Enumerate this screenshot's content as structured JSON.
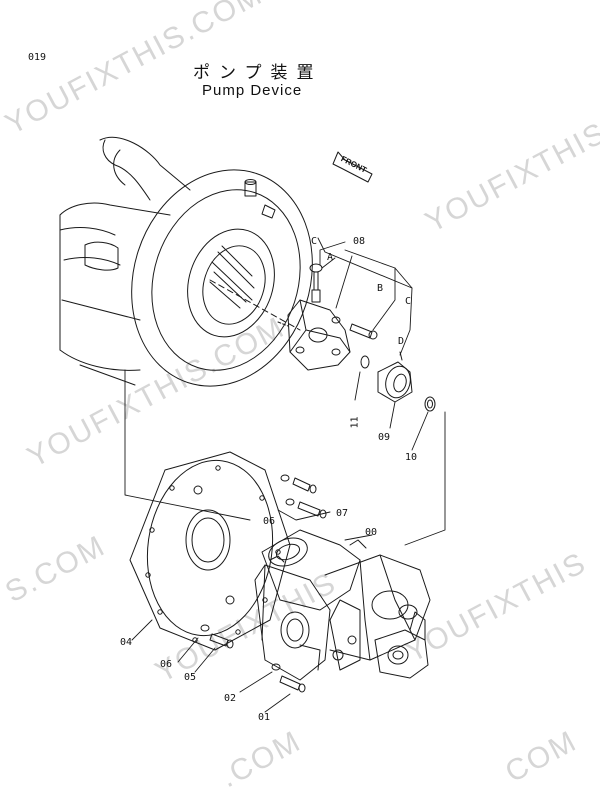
{
  "page_number": "019",
  "title_jp": "ポンプ装置",
  "title_en": "Pump Device",
  "front_label": "FRONT",
  "callouts": {
    "c_00": "00",
    "c_01": "01",
    "c_02": "02",
    "c_04": "04",
    "c_05": "05",
    "c_06a": "06",
    "c_06b": "06",
    "c_07": "07",
    "c_08": "08",
    "c_09": "09",
    "c_10": "10",
    "c_11": "11",
    "a": "A",
    "b": "B",
    "c1": "C",
    "c2": "C",
    "d": "D"
  },
  "watermarks": {
    "w1": "YOUFIXTHIS.COM",
    "w2": "YOUFIXTHIS",
    "w3": "YOUFIXTHIS.COM",
    "w4": "YOUFIXTHIS",
    "w5": "S.COM",
    "w6": "YOUFIXTHIS",
    "w7": ".COM",
    "w8": "COM"
  }
}
